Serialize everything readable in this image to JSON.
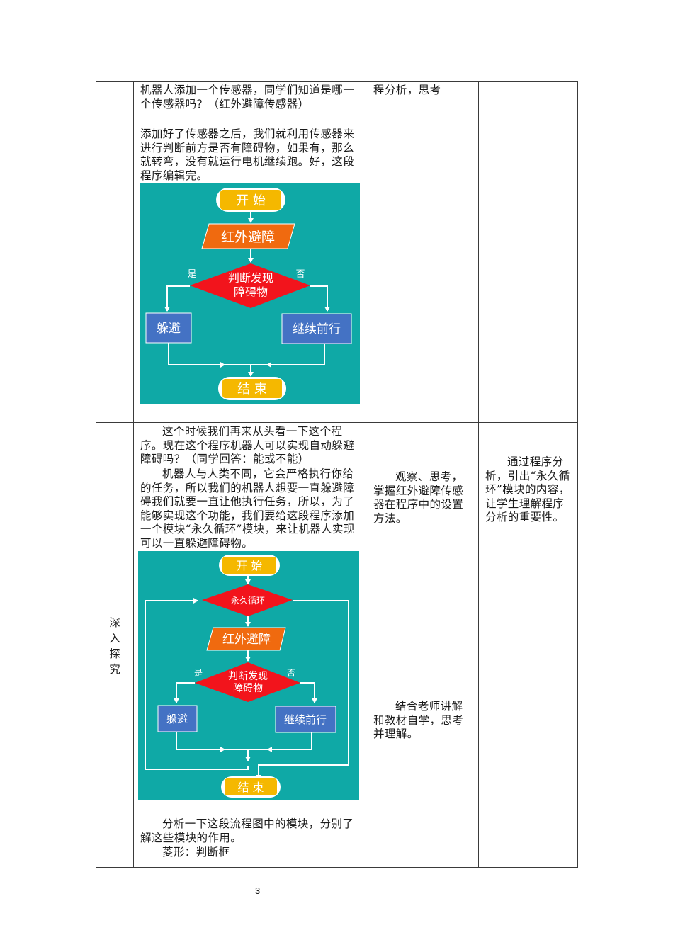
{
  "table": {
    "row1": {
      "section_label": "",
      "teacher_paragraphs": [
        "机器人添加一个传感器，同学们知道是哪一个传感器吗？（红外避障传感器）",
        "添加好了传感器之后，我们就利用传感器来进行判断前方是否有障碍物，如果有，那么就转弯，没有就运行电机继续跑。好，这段程序编辑完。"
      ],
      "student_activity": "程分析，思考",
      "design_intent": ""
    },
    "row2": {
      "section_label_chars": [
        "深",
        "入",
        "探",
        "究"
      ],
      "teacher_paragraphs": [
        "这个时候我们再来从头看一下这个程序。现在这个程序机器人可以实现自动躲避障碍吗？（同学回答：能或不能）",
        "机器人与人类不同，它会严格执行你给的任务，所以我们的机器人想要一直躲避障碍我们就要一直让他执行任务，所以，为了能够实现这个功能，我们要给这段程序添加一个模块“永久循环”模块，来让机器人实现可以一直躲避障碍物。",
        "分析一下这段流程图中的模块，分别了解这些模块的作用。",
        "菱形：判断框"
      ],
      "student_activity_1": "观察、思考，掌握红外避障传感器在程序中的设置方法。",
      "student_activity_2": "结合老师讲解和教材自学，思考并理解。",
      "design_intent": "通过程序分析，引出“永久循环”模块的内容，让学生理解程序分析的重要性。"
    }
  },
  "flowchart1": {
    "start": "开 始",
    "sensor": "红外避障",
    "decision_line1": "判断发现",
    "decision_line2": "障碍物",
    "yes_label": "是",
    "no_label": "否",
    "yes_action": "躲避",
    "no_action": "继续前行",
    "end": "结 束"
  },
  "flowchart2": {
    "start": "开 始",
    "loop": "永久循环",
    "sensor": "红外避障",
    "decision_line1": "判断发现",
    "decision_line2": "障碍物",
    "yes_label": "是",
    "no_label": "否",
    "yes_action": "躲避",
    "no_action": "继续前行",
    "end": "结 束"
  },
  "colors": {
    "teal_bg": "#0FA9A6",
    "terminal_yellow": "#F5B800",
    "sensor_orange": "#F06A0F",
    "decision_red": "#F2141C",
    "action_blue": "#4472C4",
    "arrow_white": "#FFFFFF"
  },
  "footer": {
    "page_number": "3"
  }
}
